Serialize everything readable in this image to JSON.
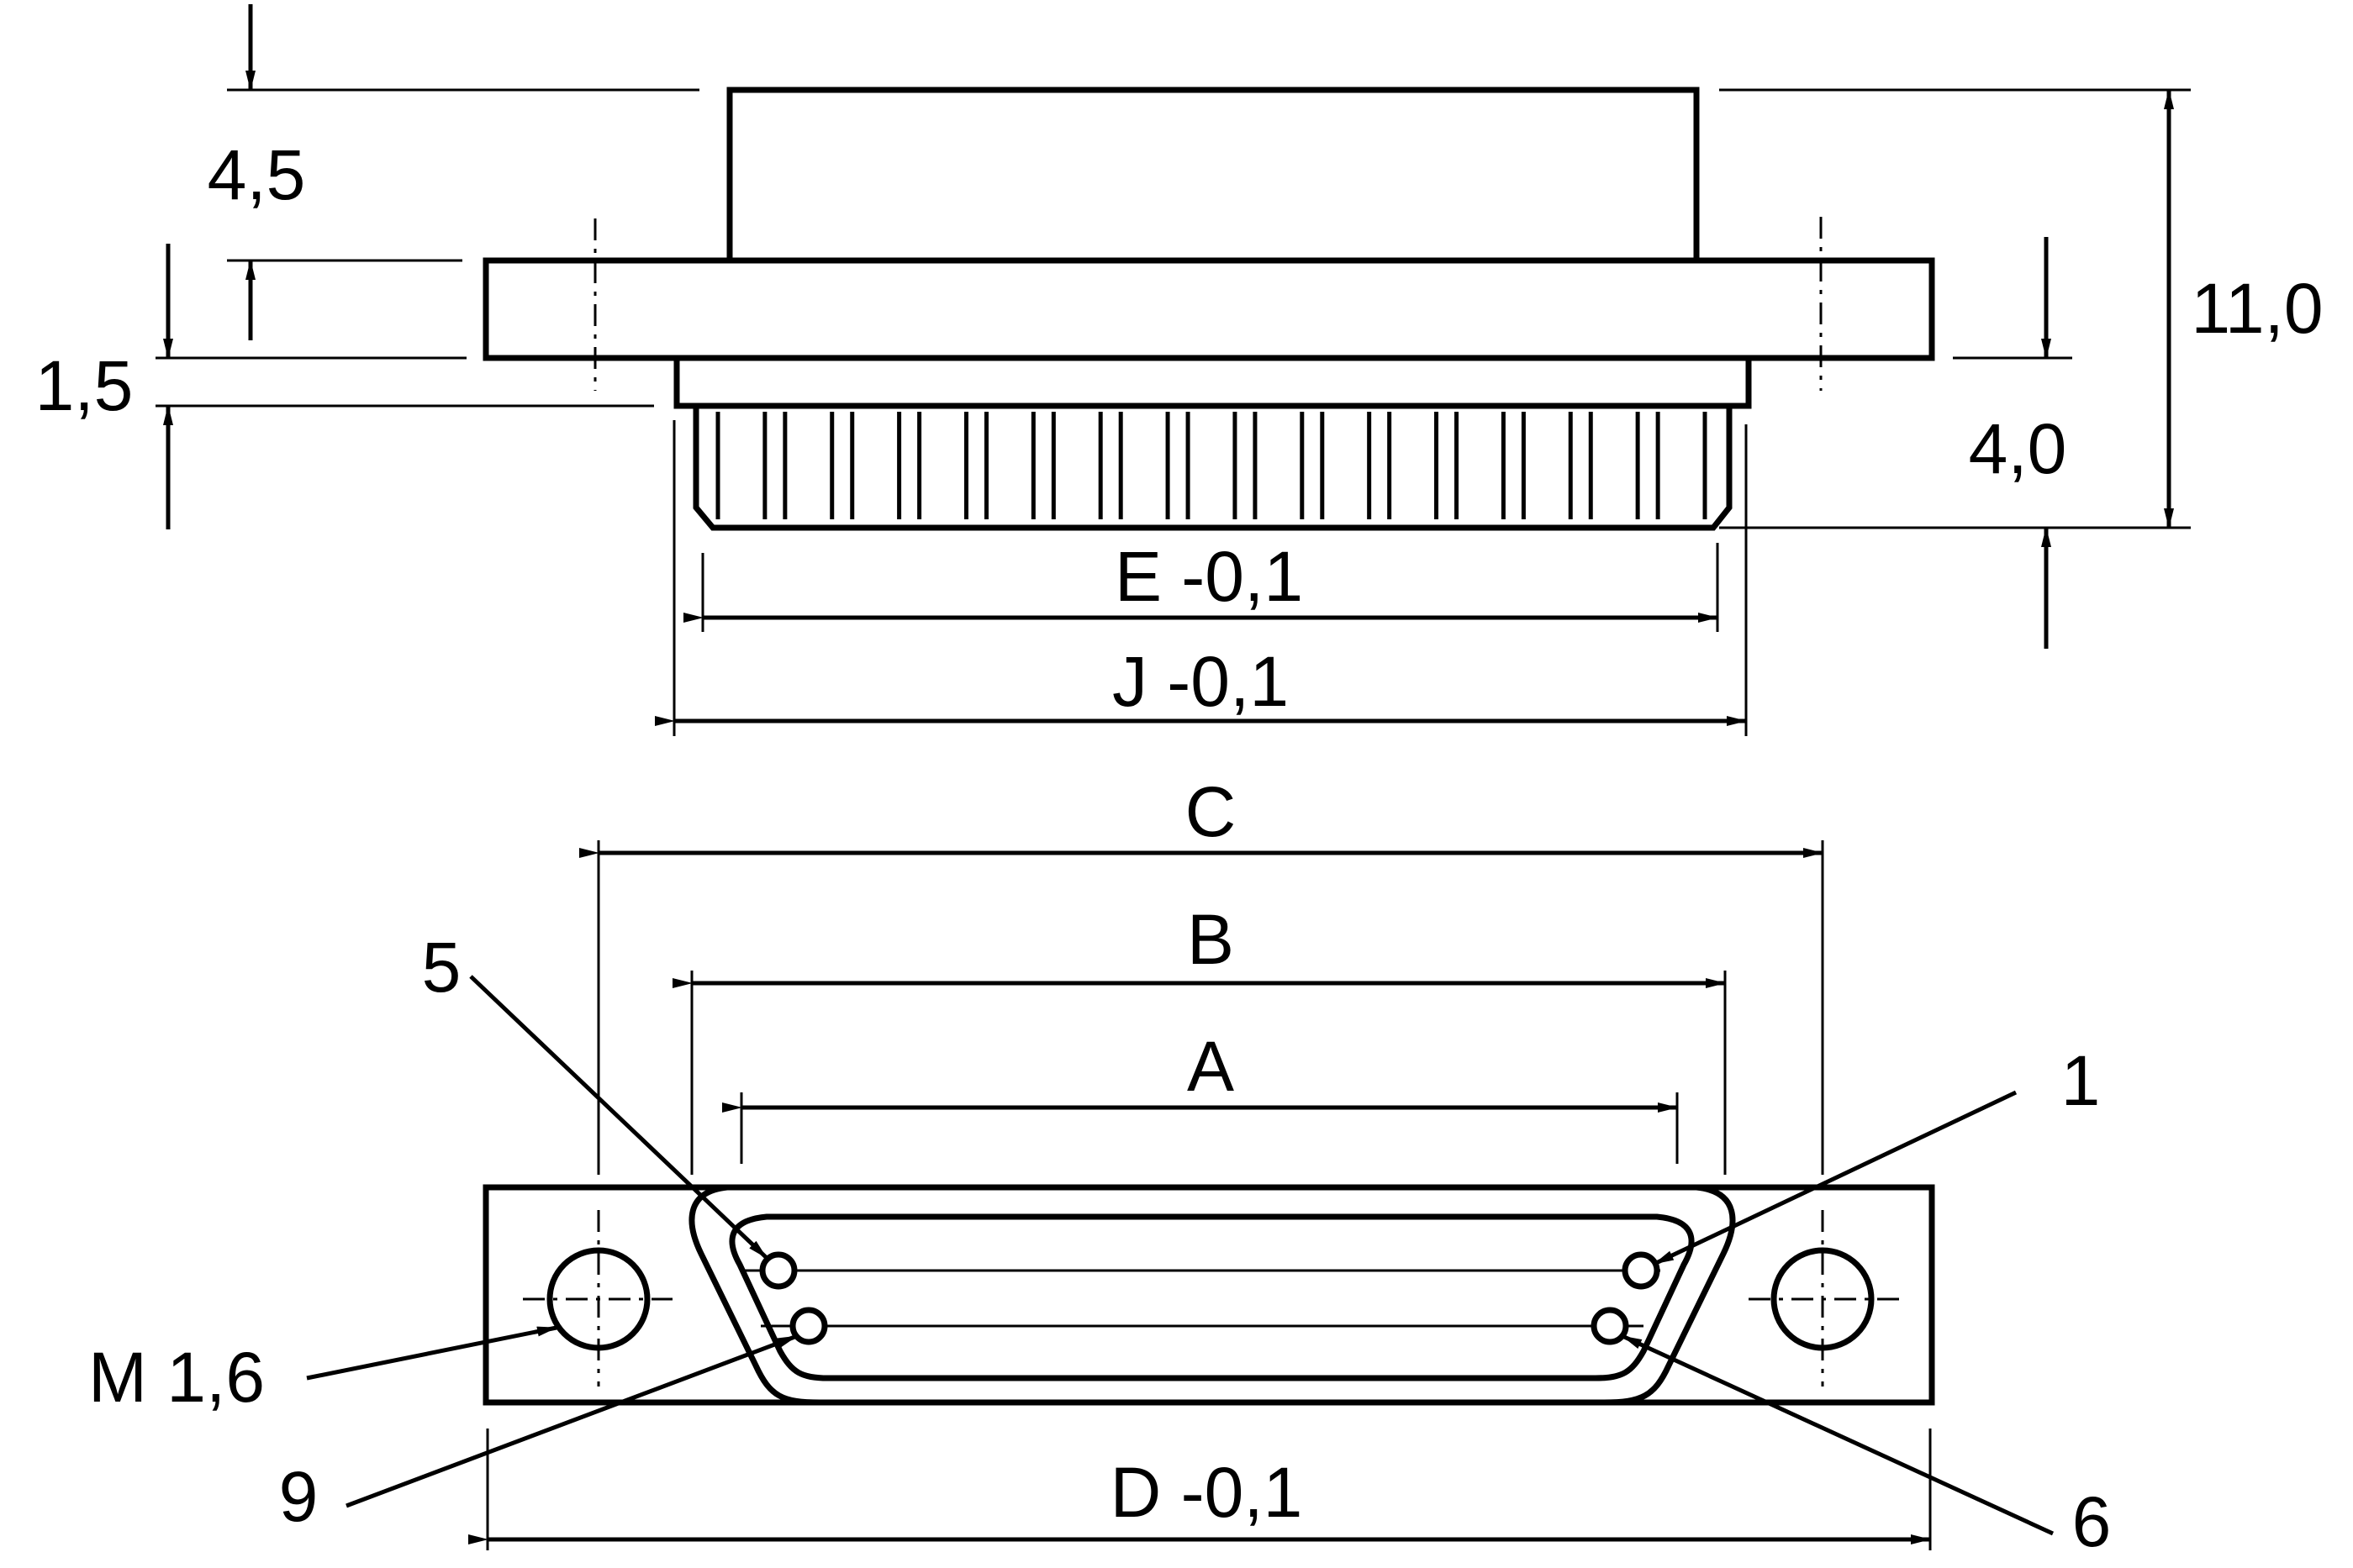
{
  "side_view": {
    "labels": {
      "dim_4_5": "4,5",
      "dim_1_5": "1,5",
      "dim_11_0": "11,0",
      "dim_4_0": "4,0",
      "dim_e": "E -0,1",
      "dim_j": "J -0,1"
    }
  },
  "front_view": {
    "labels": {
      "dim_c": "C",
      "dim_b": "B",
      "dim_a": "A",
      "dim_d": "D -0,1",
      "thread": "M 1,6",
      "pin_1": "1",
      "pin_5": "5",
      "pin_6": "6",
      "pin_9": "9"
    }
  }
}
